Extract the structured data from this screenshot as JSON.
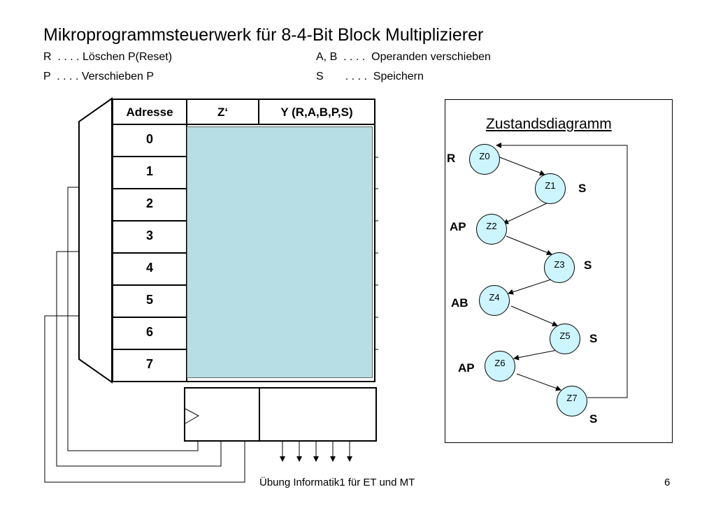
{
  "title": "Mikroprogrammsteuerwerk für 8-4-Bit Block Multiplizierer",
  "legend": {
    "r": "R  . . . . Löschen P(Reset)",
    "p": "P  . . . . Verschieben P",
    "ab": "A, B  . . . .  Operanden verschieben",
    "s": "S       . . . .  Speichern"
  },
  "table": {
    "headers": [
      "Adresse",
      "Z‘",
      "Y (R,A,B,P,S)"
    ],
    "addresses": [
      "0",
      "1",
      "2",
      "3",
      "4",
      "5",
      "6",
      "7"
    ],
    "fill_color": "#b7dee4"
  },
  "diagram": {
    "title": "Zustandsdiagramm",
    "node_color": "#ccf5ff",
    "states": [
      {
        "id": "Z0",
        "label": "R"
      },
      {
        "id": "Z1",
        "label": "S"
      },
      {
        "id": "Z2",
        "label": "AP"
      },
      {
        "id": "Z3",
        "label": "S"
      },
      {
        "id": "Z4",
        "label": "AB"
      },
      {
        "id": "Z5",
        "label": "S"
      },
      {
        "id": "Z6",
        "label": "AP"
      },
      {
        "id": "Z7",
        "label": "S"
      }
    ]
  },
  "footer": "Übung Informatik1 für ET und MT",
  "page_number": "6"
}
